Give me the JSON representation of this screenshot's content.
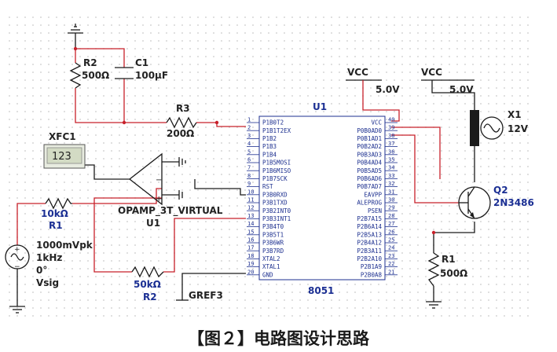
{
  "caption": "【图２】电路图设计思路",
  "components": {
    "r2_top": {
      "ref": "R2",
      "value": "500Ω"
    },
    "c1": {
      "ref": "C1",
      "value": "100μF"
    },
    "r3": {
      "ref": "R3",
      "value": "200Ω"
    },
    "xfc1": {
      "ref": "XFC1",
      "display": "123"
    },
    "opamp": {
      "model": "OPAMP_3T_VIRTUAL",
      "ref": "U1"
    },
    "r1_left": {
      "value": "10kΩ",
      "ref": "R1"
    },
    "vsig": {
      "amplitude": "1000mVpk",
      "freq": "1kHz",
      "phase": "0°",
      "ref": "Vsig"
    },
    "r2_bottom": {
      "value": "50kΩ",
      "ref": "R2"
    },
    "gref": {
      "ref": "GREF3"
    },
    "vcc1": {
      "label": "VCC",
      "voltage": "5.0V"
    },
    "vcc2": {
      "label": "VCC",
      "voltage": "5.0V"
    },
    "x1": {
      "ref": "X1",
      "value": "12V"
    },
    "q2": {
      "ref": "Q2",
      "model": "2N3486"
    },
    "r1_right": {
      "ref": "R1",
      "value": "500Ω"
    },
    "mcu": {
      "ref": "U1",
      "model": "8051",
      "left_pins": [
        {
          "num": "1",
          "name": "P1B0T2"
        },
        {
          "num": "2",
          "name": "P1B1T2EX"
        },
        {
          "num": "3",
          "name": "P1B2"
        },
        {
          "num": "4",
          "name": "P1B3"
        },
        {
          "num": "5",
          "name": "P1B4"
        },
        {
          "num": "6",
          "name": "P1B5MOSI"
        },
        {
          "num": "7",
          "name": "P1B6MISO"
        },
        {
          "num": "8",
          "name": "P1B7SCK"
        },
        {
          "num": "9",
          "name": "RST"
        },
        {
          "num": "10",
          "name": "P3B0RXD"
        },
        {
          "num": "11",
          "name": "P3B1TXD"
        },
        {
          "num": "12",
          "name": "P3B2INT0"
        },
        {
          "num": "13",
          "name": "P3B3INT1"
        },
        {
          "num": "14",
          "name": "P3B4T0"
        },
        {
          "num": "15",
          "name": "P3B5T1"
        },
        {
          "num": "16",
          "name": "P3B6WR"
        },
        {
          "num": "17",
          "name": "P3B7RD"
        },
        {
          "num": "18",
          "name": "XTAL2"
        },
        {
          "num": "19",
          "name": "XTAL1"
        },
        {
          "num": "20",
          "name": "GND"
        }
      ],
      "right_pins": [
        {
          "num": "40",
          "name": "VCC"
        },
        {
          "num": "39",
          "name": "P0B0AD0"
        },
        {
          "num": "38",
          "name": "P0B1AD1"
        },
        {
          "num": "37",
          "name": "P0B2AD2"
        },
        {
          "num": "36",
          "name": "P0B3AD3"
        },
        {
          "num": "35",
          "name": "P0B4AD4"
        },
        {
          "num": "34",
          "name": "P0B5AD5"
        },
        {
          "num": "33",
          "name": "P0B6AD6"
        },
        {
          "num": "32",
          "name": "P0B7AD7"
        },
        {
          "num": "31",
          "name": "EAVPP"
        },
        {
          "num": "30",
          "name": "ALEPROG"
        },
        {
          "num": "29",
          "name": "PSEN"
        },
        {
          "num": "28",
          "name": "P2B7A15"
        },
        {
          "num": "27",
          "name": "P2B6A14"
        },
        {
          "num": "26",
          "name": "P2B5A13"
        },
        {
          "num": "25",
          "name": "P2B4A12"
        },
        {
          "num": "24",
          "name": "P2B3A11"
        },
        {
          "num": "23",
          "name": "P2B2A10"
        },
        {
          "num": "22",
          "name": "P2B1A9"
        },
        {
          "num": "21",
          "name": "P2B0A8"
        }
      ]
    }
  },
  "colors": {
    "wire_red": "#c8202a",
    "wire_black": "#1a1a1a",
    "label_blue": "#1b2f93",
    "grid_dot": "#c9c9c9",
    "display_bg": "#d3dbc4"
  }
}
